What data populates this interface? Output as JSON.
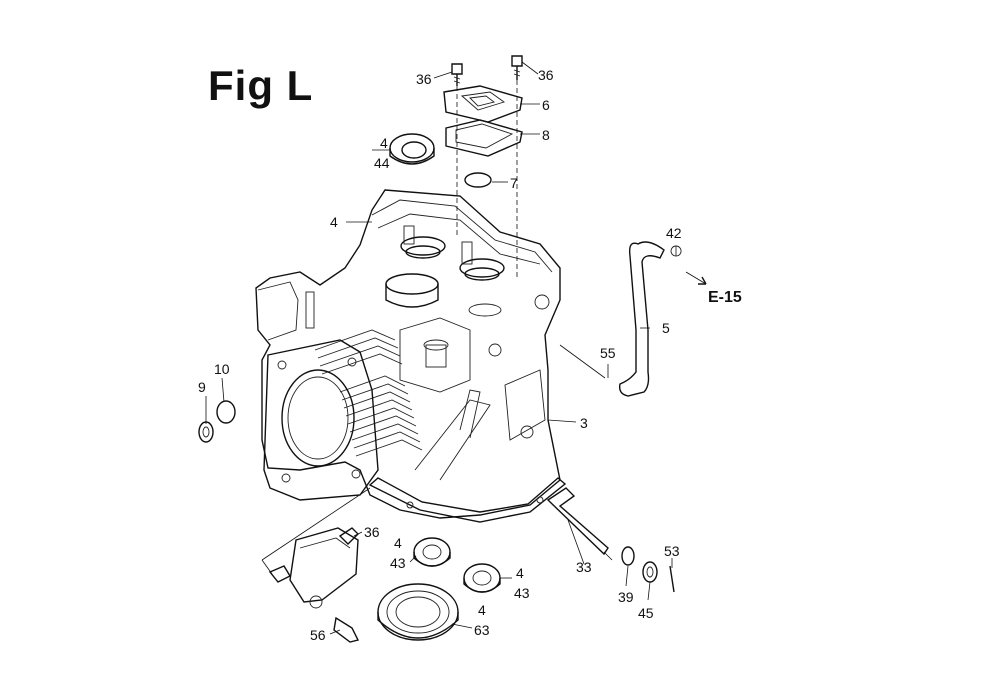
{
  "figure": {
    "title": "Fig L"
  },
  "reference": {
    "label": "E-15"
  },
  "callouts": [
    {
      "id": "c1",
      "text": "36"
    },
    {
      "id": "c2",
      "text": "36"
    },
    {
      "id": "c3",
      "text": "6"
    },
    {
      "id": "c4",
      "text": "8"
    },
    {
      "id": "c5",
      "text": "4"
    },
    {
      "id": "c6",
      "text": "44"
    },
    {
      "id": "c7",
      "text": "7"
    },
    {
      "id": "c8",
      "text": "4"
    },
    {
      "id": "c9",
      "text": "42"
    },
    {
      "id": "c10",
      "text": "5"
    },
    {
      "id": "c11",
      "text": "55"
    },
    {
      "id": "c12",
      "text": "10"
    },
    {
      "id": "c13",
      "text": "9"
    },
    {
      "id": "c14",
      "text": "3"
    },
    {
      "id": "c15",
      "text": "36"
    },
    {
      "id": "c16",
      "text": "4"
    },
    {
      "id": "c17",
      "text": "43"
    },
    {
      "id": "c18",
      "text": "4"
    },
    {
      "id": "c19",
      "text": "43"
    },
    {
      "id": "c20",
      "text": "33"
    },
    {
      "id": "c21",
      "text": "53"
    },
    {
      "id": "c22",
      "text": "39"
    },
    {
      "id": "c23",
      "text": "45"
    },
    {
      "id": "c24",
      "text": "4"
    },
    {
      "id": "c25",
      "text": "63"
    },
    {
      "id": "c26",
      "text": "56"
    }
  ]
}
